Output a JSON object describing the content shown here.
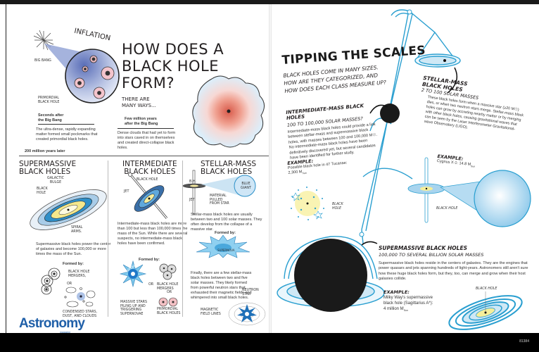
{
  "left_page": {
    "title_line1": "HOW DOES A",
    "title_line2": "BLACK HOLE",
    "title_line3": "FORM?",
    "subtitle_line1": "THERE ARE",
    "subtitle_line2": "MANY WAYS...",
    "inflation": {
      "label": "INFLATION",
      "big_bang_label": "BIG BANG",
      "primordial_label_1": "PRIMORDIAL",
      "primordial_label_2": "BLACK HOLE",
      "timeline_1": "Seconds after",
      "timeline_2": "the Big Bang",
      "caption": "The ultra-dense, rapidly expanding matter formed small pockmarks that created primordial black holes."
    },
    "direct_collapse": {
      "timeline_1": "Few million years",
      "timeline_2": "after the Big Bang",
      "caption": "Dense clouds that had yet to form into stars caved in on themselves and created direct-collapse black holes."
    },
    "later_label": "200 million years later",
    "supermassive": {
      "title_1": "SUPERMASSIVE",
      "title_2": "BLACK HOLES",
      "label_bulge_1": "GALACTIC",
      "label_bulge_2": "BULGE",
      "label_bh_1": "BLACK",
      "label_bh_2": "HOLE",
      "label_arms_1": "SPIRAL",
      "label_arms_2": "ARMS.",
      "caption": "Supermassive black holes power the center of galaxies and become 100,000 or more times the mass of the Sun.",
      "formed_by": "Formed by:",
      "form_1a": "BLACK HOLE",
      "form_1b": "MERGERS,",
      "or": "OR",
      "form_2a": "CONDENSED STARS,",
      "form_2b": "DUST, AND CLOUDS"
    },
    "intermediate": {
      "title_1": "INTERMEDIATE",
      "title_2": "BLACK HOLES",
      "label_bh": "BLACK HOLE",
      "label_jet": "JET",
      "caption": "Intermediate-mass black holes are more than 100 but less than 100,000 times the mass of the Sun. While there are several suspects, no intermediate-mass black holes have been confirmed.",
      "formed_by": "Formed by:",
      "supernova_label": "SUPERNOVA",
      "form_1a": "MASSIVE STARS",
      "form_1b": "PILING UP AND",
      "form_1c": "TRIGGERING",
      "form_1d": "SUPERNOVAE",
      "or": "OR",
      "form_2a": "BLACK HOLE",
      "form_2b": "MERGERS",
      "or2": "OR",
      "form_3a": "PRIMORDIAL",
      "form_3b": "BLACK HOLES"
    },
    "stellar": {
      "title_1": "STELLAR-MASS",
      "title_2": "BLACK HOLES",
      "label_bh": "B.H.",
      "label_jet": "JET",
      "label_material_1": "MATERIAL",
      "label_material_2": "PULLED",
      "label_material_3": "FROM STAR",
      "label_giant_1": "BLUE",
      "label_giant_2": "GIANT",
      "caption": "Stellar-mass black holes are usually between two and 100 solar masses. They often develop from the collapse of a massive star.",
      "formed_by": "Formed by:",
      "supernova_label": "SUPERNOVA",
      "caption_2": "Finally, there are a few stellar-mass black holes between two and five solar masses. They likely formed from powerful neutron stars that exhausted their magnetic fields and whimpered into small black holes.",
      "label_neutron_1": "NEUTRON",
      "label_neutron_2": "STAR",
      "label_field_1": "MAGNETIC",
      "label_field_2": "FIELD LINES"
    },
    "logo": "Astronomy",
    "logo_sub": "magazine"
  },
  "right_page": {
    "title": "TIPPING THE SCALES",
    "intro_1": "Black holes come in many sizes.",
    "intro_2": "How are they categorized, and",
    "intro_3": "how does each class measure up?",
    "intermediate": {
      "heading": "Intermediate-mass black holes",
      "range": "100 to 100,000 solar masses?",
      "body": "Intermediate-mass black holes could provide a link between stellar-mass and supermassive black holes, with masses between 100 and 100,000 M☉. No intermediate-mass black holes have been definitively discovered yet, but several candidates have been identified for further study.",
      "example_label": "Example:",
      "example_text": "Possible black hole in 47 Tucanae:",
      "example_value": "2,300 M",
      "example_sub": "Sun",
      "diagram_label_1": "BLACK",
      "diagram_label_2": "HOLE"
    },
    "stellar": {
      "heading_1": "Stellar-mass",
      "heading_2": "black holes",
      "range": "2 to 100 solar masses",
      "body": "These black holes form when a massive star (≥20 M☉) dies, or when two neutron stars merge. Stellar-mass black holes can grow by accreting nearby matter or by merging with other black holes, causing gravitational waves that can be seen by the Laser Interferometer Gravitational-wave Observatory (LIGO).",
      "example_label": "Example:",
      "example_text": "Cygnus X-1: 14.8 M",
      "example_sub": "Sun",
      "diagram_label": "BLACK HOLE"
    },
    "supermassive": {
      "heading": "Supermassive black holes",
      "range": "100,000 to several billion solar masses",
      "body": "Supermassive black holes reside in the centers of galaxies. They are the engines that power quasars and jets spanning hundreds of light-years. Astronomers still aren't sure how these huge black holes form, but they, too, can merge and grow when their host galaxies collide.",
      "example_label": "Example:",
      "example_text_1": "Milky Way's supermassive",
      "example_text_2": "black hole (Sagittarius A*):",
      "example_value": "4 million M",
      "example_sub": "Sun",
      "diagram_label": "BLACK HOLE"
    },
    "page_code": "81384"
  },
  "colors": {
    "accent_blue": "#2a9fd0",
    "logo_blue": "#1f5fa8",
    "pale_blue": "#cfe8f5",
    "pink": "#e8a0a0",
    "yellow": "#f5ee9a",
    "black": "#1a1a1a"
  }
}
